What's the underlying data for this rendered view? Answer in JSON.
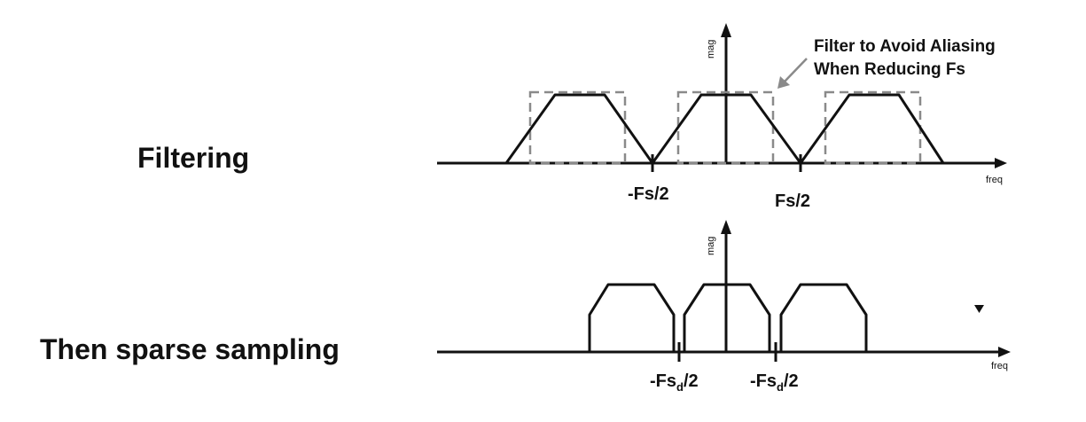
{
  "labels": {
    "top_row": "Filtering",
    "bottom_row": "Then sparse sampling"
  },
  "top_diagram": {
    "y_axis_label": "mag",
    "x_axis_label": "freq",
    "tick_left": "-Fs/2",
    "tick_right": "Fs/2",
    "callout_line1": "Filter to Avoid Aliasing",
    "callout_line2": "When Reducing Fs"
  },
  "bottom_diagram": {
    "y_axis_label": "mag",
    "x_axis_label": "freq",
    "tick_left_prefix": "-Fs",
    "tick_left_sub": "d",
    "tick_left_suffix": "/2",
    "tick_right_prefix": "-Fs",
    "tick_right_sub": "d",
    "tick_right_suffix": "/2"
  },
  "colors": {
    "line": "#111111",
    "filter_dashed": "#8a8a8a",
    "background": "#ffffff"
  }
}
